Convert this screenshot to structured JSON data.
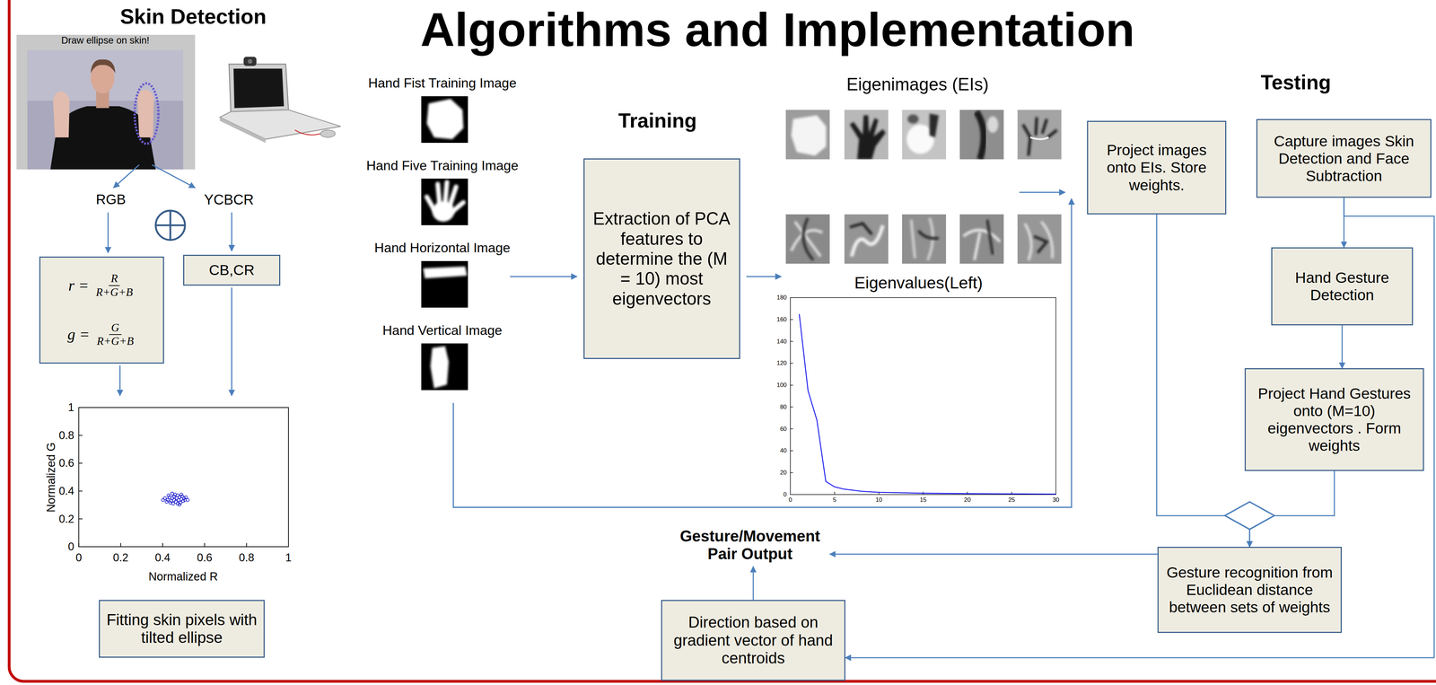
{
  "diagram": {
    "title": "Algorithms and Implementation",
    "nodes": [
      {
        "text": [
          "r =",
          "R",
          "R+G+B",
          "g =",
          "G",
          "R+G+B"
        ]
      },
      {
        "text": [
          "CB,CR"
        ]
      },
      {
        "text": [
          "Fitting skin pixels with tilted ellipse"
        ]
      },
      {
        "text": [
          "Extraction of PCA features to determine the (M = 10) most eigenvectors"
        ]
      },
      {
        "text": [
          "Gesture/Movement Pair Output"
        ]
      },
      {
        "text": [
          "Direction based on gradient vector of hand centroids"
        ]
      },
      {
        "text": [
          "Project images onto EIs. Store weights."
        ]
      },
      {
        "text": [
          "Capture images Skin Detection and Face Subtraction"
        ]
      },
      {
        "text": [
          "Hand Gesture Detection"
        ]
      },
      {
        "text": [
          "Project Hand Gestures onto (M=10) eigenvectors . Form weights"
        ]
      },
      {
        "text": [
          "Gesture recognition from Euclidean distance between sets of weights"
        ]
      }
    ],
    "edges": [
      {
        "from": 7,
        "to": 8,
        "arrow": "to"
      },
      {
        "from": 8,
        "to": 9,
        "arrow": "to"
      },
      {
        "from": 6,
        "to": 10,
        "arrow": "to"
      },
      {
        "from": 9,
        "to": 10,
        "arrow": "to"
      },
      {
        "from": 10,
        "to": 4,
        "arrow": "to"
      },
      {
        "from": 5,
        "to": 4,
        "arrow": "to"
      },
      {
        "from": 7,
        "to": 5,
        "arrow": "to"
      }
    ],
    "labels": [
      "Skin Detection",
      "Draw ellipse on skin!",
      "RGB",
      "YCBCR",
      "1",
      "0.8",
      "0.6",
      "0.4",
      "0.2",
      "0",
      "0",
      "0.2",
      "0.4",
      "0.6",
      "0.8",
      "1",
      "Normalized G",
      "Normalized R",
      "Hand Fist Training Image",
      "Hand Five Training Image",
      "Hand Horizontal Image",
      "Hand Vertical Image",
      "Training",
      "Eigenimages (EIs)",
      "Eigenvalues(Left)",
      "180",
      "160",
      "140",
      "120",
      "100",
      "80",
      "60",
      "40",
      "20",
      "0",
      "0",
      "5",
      "10",
      "15",
      "20",
      "25",
      "30",
      "Testing"
    ]
  }
}
